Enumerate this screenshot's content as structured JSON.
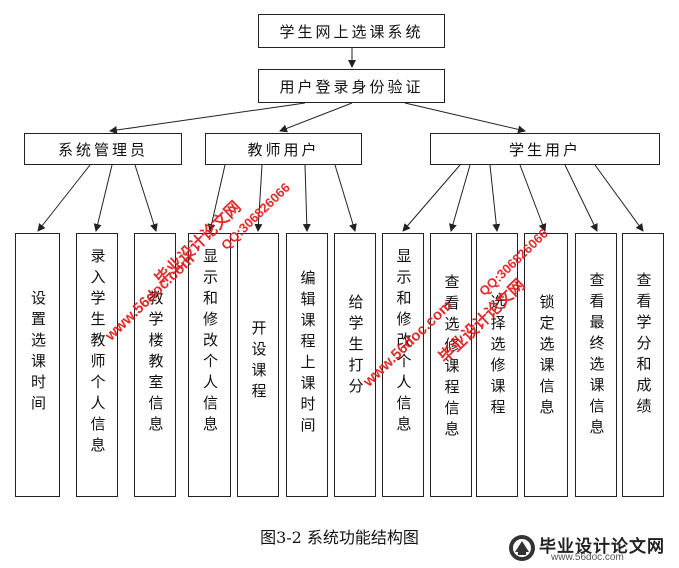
{
  "root": "学生网上选课系统",
  "login": "用户登录身份验证",
  "roles": [
    {
      "label": "系统管理员",
      "functions": [
        "设置选课时间",
        "录入学生教师个人信息",
        "教学楼教室信息"
      ]
    },
    {
      "label": "教师用户",
      "functions": [
        "显示和修改个人信息",
        "开设课程",
        "编辑课程上课时间",
        "给学生打分"
      ]
    },
    {
      "label": "学生用户",
      "functions": [
        "显示和修改个人信息",
        "查看选修课程信息",
        "选择选修课程",
        "锁定选课信息",
        "查看最终选课信息",
        "查看学分和成绩"
      ]
    }
  ],
  "caption": "图3-2  系统功能结构图",
  "watermarks": {
    "site_name": "毕业设计论文网",
    "qq": "QQ:306826066",
    "url": "www.56doc.com"
  },
  "logo": {
    "name": "毕业设计论文网",
    "url": "www.56doc.com"
  },
  "colors": {
    "line": "#222222",
    "watermark": "#e01b1b"
  }
}
